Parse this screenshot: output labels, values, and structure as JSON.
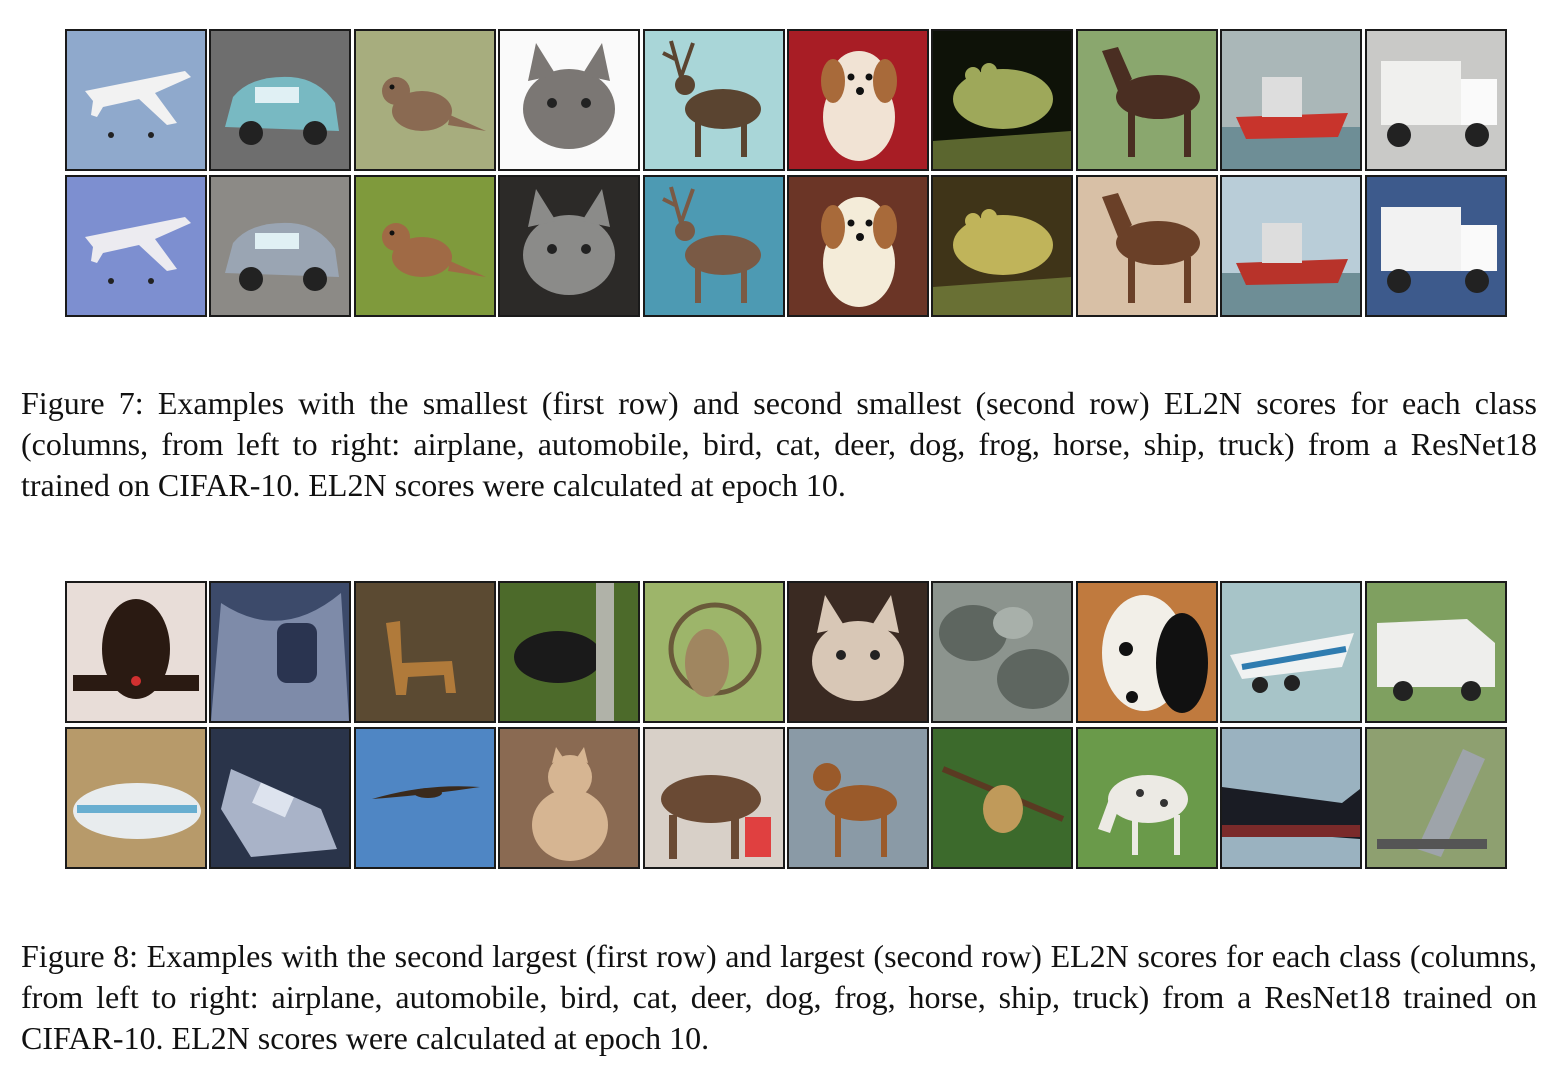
{
  "figures": [
    {
      "id": "fig7",
      "caption": "Figure 7: Examples with the smallest (first row) and second smallest (second row) EL2N scores for each class (columns, from left to right: airplane, automobile, bird, cat, deer, dog, frog, horse, ship, truck) from a ResNet18 trained on CIFAR-10. EL2N scores were calculated at epoch 10.",
      "rows": [
        [
          {
            "subject": "airplane",
            "bg": "#8fa9cc",
            "fg": "#f2f2f2",
            "shape": "plane"
          },
          {
            "subject": "automobile",
            "bg": "#6e6e6e",
            "fg": "#78b9c2",
            "shape": "car"
          },
          {
            "subject": "bird",
            "bg": "#a7ad7e",
            "fg": "#8a6a52",
            "shape": "bird"
          },
          {
            "subject": "cat",
            "bg": "#fafafa",
            "fg": "#7b7774",
            "shape": "cat"
          },
          {
            "subject": "deer",
            "bg": "#a9d6d8",
            "fg": "#5a4430",
            "shape": "deer"
          },
          {
            "subject": "dog",
            "bg": "#a81d25",
            "fg": "#f1e3d4",
            "shape": "dog"
          },
          {
            "subject": "frog",
            "bg": "#0e1208",
            "fg": "#9ea85a",
            "shape": "frog"
          },
          {
            "subject": "horse",
            "bg": "#8aa76e",
            "fg": "#4a2e22",
            "shape": "horse"
          },
          {
            "subject": "ship",
            "bg": "#aab7b8",
            "fg": "#c8342c",
            "shape": "ship"
          },
          {
            "subject": "truck",
            "bg": "#c9c9c7",
            "fg": "#f0f0ee",
            "shape": "truck"
          }
        ],
        [
          {
            "subject": "airplane",
            "bg": "#7d8fd0",
            "fg": "#ecebf0",
            "shape": "plane"
          },
          {
            "subject": "automobile",
            "bg": "#8c8a86",
            "fg": "#9aa5b3",
            "shape": "car"
          },
          {
            "subject": "bird",
            "bg": "#7f9a3c",
            "fg": "#a06a45",
            "shape": "bird"
          },
          {
            "subject": "cat",
            "bg": "#2c2a28",
            "fg": "#8b8b89",
            "shape": "cat"
          },
          {
            "subject": "deer",
            "bg": "#4d9ab3",
            "fg": "#7a5a45",
            "shape": "deer"
          },
          {
            "subject": "dog",
            "bg": "#6b3526",
            "fg": "#f4ecd9",
            "shape": "dog"
          },
          {
            "subject": "frog",
            "bg": "#3f3418",
            "fg": "#c0b45a",
            "shape": "frog"
          },
          {
            "subject": "horse",
            "bg": "#d8c0a6",
            "fg": "#6a4028",
            "shape": "horse"
          },
          {
            "subject": "ship",
            "bg": "#b9cdd8",
            "fg": "#b8332a",
            "shape": "ship"
          },
          {
            "subject": "truck",
            "bg": "#3d5a8c",
            "fg": "#f2f2f2",
            "shape": "truck"
          }
        ]
      ]
    },
    {
      "id": "fig8",
      "caption": "Figure 8: Examples with the second largest (first row) and largest (second row) EL2N scores for each class (columns, from left to right: airplane, automobile, bird, cat, deer, dog, frog, horse, ship, truck) from a ResNet18 trained on CIFAR-10. EL2N scores were calculated at epoch 10.",
      "rows": [
        [
          {
            "subject": "airplane",
            "bg": "#e8ddd8",
            "fg": "#2a1a12",
            "shape": "plane-front"
          },
          {
            "subject": "automobile",
            "bg": "#3c4a6a",
            "fg": "#9aa6c4",
            "shape": "interior"
          },
          {
            "subject": "bird",
            "bg": "#5b4a32",
            "fg": "#b07a3a",
            "shape": "llama"
          },
          {
            "subject": "cat",
            "bg": "#4c6a2a",
            "fg": "#1a1a1a",
            "shape": "blob"
          },
          {
            "subject": "deer",
            "bg": "#9db56a",
            "fg": "#a08660",
            "shape": "ring"
          },
          {
            "subject": "dog",
            "bg": "#3a2a22",
            "fg": "#d8c7b6",
            "shape": "cat"
          },
          {
            "subject": "frog",
            "bg": "#8c948e",
            "fg": "#5e6660",
            "shape": "rocks"
          },
          {
            "subject": "horse",
            "bg": "#c07a3e",
            "fg": "#f2efe8",
            "shape": "horse-face"
          },
          {
            "subject": "ship",
            "bg": "#a7c4c8",
            "fg": "#2f7cb0",
            "shape": "boat"
          },
          {
            "subject": "truck",
            "bg": "#7fa060",
            "fg": "#eeeeec",
            "shape": "van"
          }
        ],
        [
          {
            "subject": "airplane",
            "bg": "#b79a6a",
            "fg": "#68aed0",
            "shape": "blimp"
          },
          {
            "subject": "automobile",
            "bg": "#2a344a",
            "fg": "#a9b3c8",
            "shape": "car-tilt"
          },
          {
            "subject": "bird",
            "bg": "#4f86c4",
            "fg": "#3a2a1c",
            "shape": "soaring"
          },
          {
            "subject": "cat",
            "bg": "#8a6a52",
            "fg": "#d6b592",
            "shape": "cat-sit"
          },
          {
            "subject": "deer",
            "bg": "#d8d0c8",
            "fg": "#6a4a34",
            "shape": "moose"
          },
          {
            "subject": "dog",
            "bg": "#8a9aa6",
            "fg": "#9a5a2a",
            "shape": "boxer"
          },
          {
            "subject": "frog",
            "bg": "#3c6a2c",
            "fg": "#c09a5a",
            "shape": "small-frog"
          },
          {
            "subject": "horse",
            "bg": "#6a9a4a",
            "fg": "#eceae4",
            "shape": "spotted"
          },
          {
            "subject": "ship",
            "bg": "#9ab2c0",
            "fg": "#1a1c24",
            "shape": "tanker"
          },
          {
            "subject": "truck",
            "bg": "#8ea070",
            "fg": "#9ea4aa",
            "shape": "dump"
          }
        ]
      ]
    }
  ]
}
